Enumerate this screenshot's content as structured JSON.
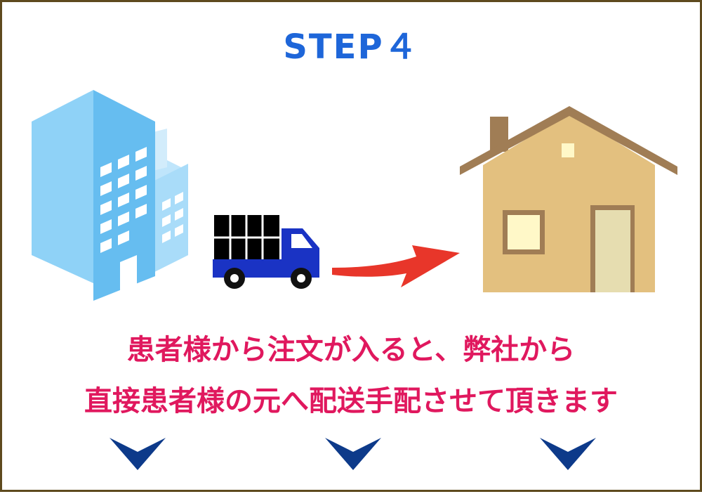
{
  "step": {
    "title": "STEP４"
  },
  "message": {
    "line1": "患者様から注文が入ると、弊社から",
    "line2": "直接患者様の元へ配送手配させて頂きます"
  },
  "icons": [
    "office-building-icon",
    "delivery-truck-icon",
    "red-arrow-icon",
    "house-icon",
    "chevron-down-icon"
  ],
  "colors": {
    "title": "#1e66d9",
    "message": "#e0185e",
    "border": "#5e4a1e",
    "chevron": "#0d3a8a",
    "arrow": "#e8362a",
    "truck": "#1a33c4",
    "building": "#7ec8f5",
    "house_wall": "#e3c07f",
    "roof": "#a07d55"
  }
}
